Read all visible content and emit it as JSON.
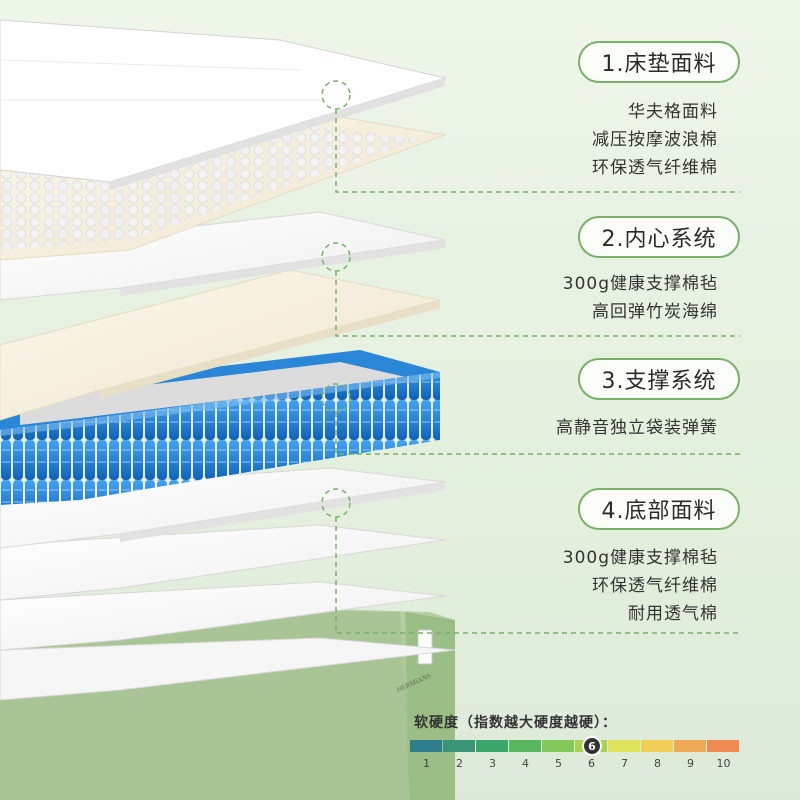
{
  "layers": [
    {
      "title": "1.床垫面料",
      "items": [
        "华夫格面料",
        "减压按摩波浪棉",
        "环保透气纤维棉"
      ]
    },
    {
      "title": "2.内心系统",
      "items": [
        "300g健康支撑棉毡",
        "高回弹竹炭海绵"
      ]
    },
    {
      "title": "3.支撑系统",
      "items": [
        "高静音独立袋装弹簧"
      ]
    },
    {
      "title": "4.底部面料",
      "items": [
        "300g健康支撑棉毡",
        "环保透气纤维棉",
        "耐用透气棉"
      ]
    }
  ],
  "mattress_brand": "HERMIANS",
  "firmness": {
    "title": "软硬度（指数越大硬度越硬）：",
    "scale": [
      "1",
      "2",
      "3",
      "4",
      "5",
      "6",
      "7",
      "8",
      "9",
      "10"
    ],
    "value": "6",
    "colors": [
      "#2f7e8c",
      "#3a9577",
      "#3aa66b",
      "#58b65c",
      "#82c85a",
      "#a8d24f",
      "#dfe35a",
      "#f1cf57",
      "#f0a956",
      "#ee8a52"
    ]
  },
  "colors": {
    "accent_green": "#7ab06a",
    "spring_blue": "#1f7ed4"
  }
}
